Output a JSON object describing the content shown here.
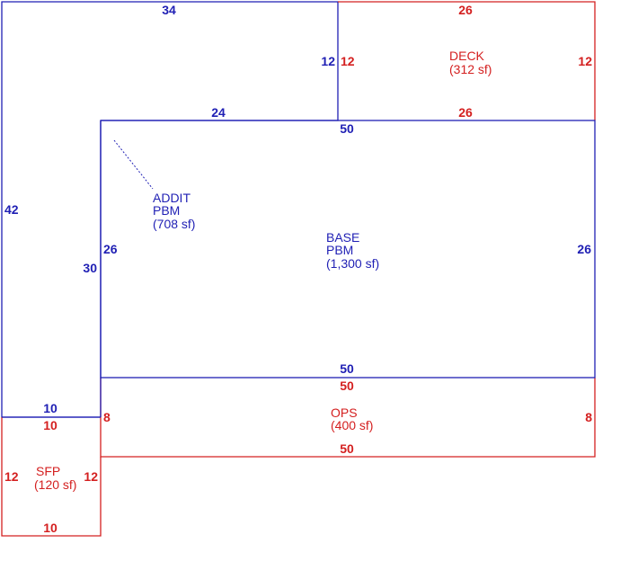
{
  "colors": {
    "base": "#1f1fb4",
    "red": "#d42020",
    "background": "#ffffff"
  },
  "areas": {
    "addit": {
      "line1": "ADDIT",
      "line2": "PBM",
      "area": "(708 sf)"
    },
    "base": {
      "line1": "BASE",
      "line2": "PBM",
      "area": "(1,300 sf)"
    },
    "deck": {
      "line1": "DECK",
      "area": "(312 sf)"
    },
    "ops": {
      "line1": "OPS",
      "area": "(400 sf)"
    },
    "sfp": {
      "line1": "SFP",
      "area": "(120 sf)"
    }
  },
  "dims": {
    "addit_top": "34",
    "addit_left": "42",
    "addit_inner_right": "12",
    "addit_inner_top": "24",
    "addit_inner_left": "30",
    "addit_bottom": "10",
    "deck_top": "26",
    "deck_left": "12",
    "deck_right": "12",
    "deck_bottom": "26",
    "base_top": "50",
    "base_left": "26",
    "base_right": "26",
    "base_bottom": "50",
    "ops_top": "50",
    "ops_left": "8",
    "ops_right": "8",
    "ops_bottom": "50",
    "sfp_top": "10",
    "sfp_left": "12",
    "sfp_right": "12",
    "sfp_bottom": "10"
  }
}
